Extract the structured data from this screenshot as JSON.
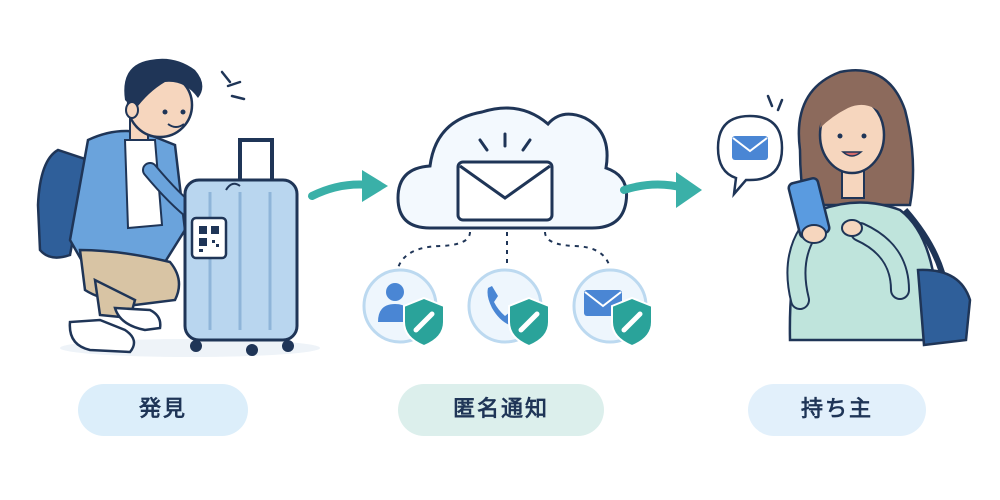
{
  "steps": {
    "finder": {
      "label": "発見"
    },
    "notify": {
      "label": "匿名通知"
    },
    "owner": {
      "label": "持ち主"
    }
  },
  "icons": {
    "channels": [
      "person-icon",
      "phone-icon",
      "mail-icon"
    ],
    "center": "envelope-icon",
    "container": "cloud-icon",
    "badge": "shield-icon"
  },
  "colors": {
    "arrow": "#3ab0a8",
    "shield": "#2aa39a",
    "outline": "#1f3557",
    "suitcase": "#b9d6ef",
    "finder_pill": "#dceefa",
    "notify_pill": "#dcefec",
    "owner_pill": "#e2f0fb"
  }
}
